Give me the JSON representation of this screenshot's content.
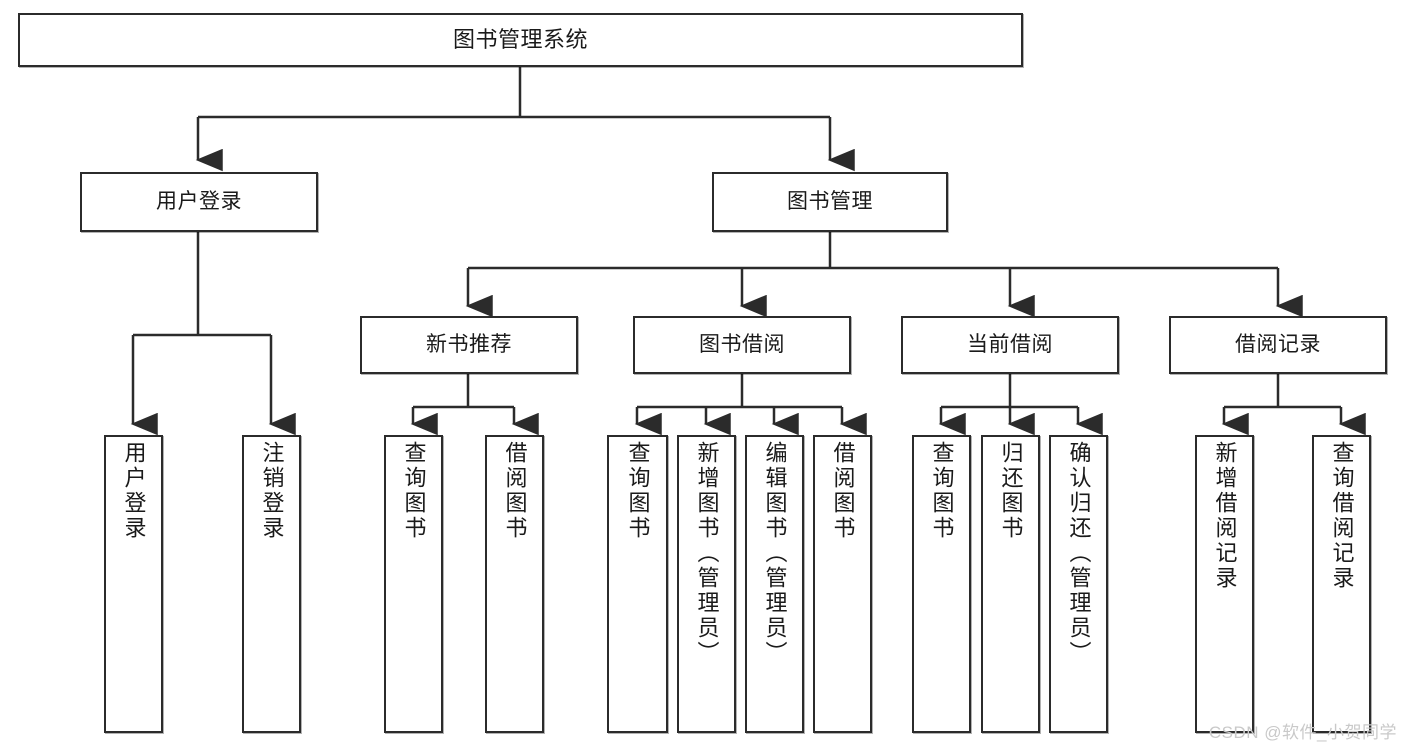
{
  "diagram": {
    "title": "图书管理系统",
    "type": "tree",
    "watermark": "CSDN @软件_小贺同学",
    "colors": {
      "box_border": "#2b2b2b",
      "box_fill": "#ffffff",
      "edge": "#2b2b2b",
      "text": "#1a1a1a",
      "watermark": "#c9c9c9"
    },
    "nodes": {
      "root": {
        "label": "图书管理系统"
      },
      "level2": [
        {
          "id": "user-login",
          "label": "用户登录"
        },
        {
          "id": "book-manage",
          "label": "图书管理"
        }
      ],
      "level3": [
        {
          "id": "new-book-recommend",
          "label": "新书推荐"
        },
        {
          "id": "book-borrow",
          "label": "图书借阅"
        },
        {
          "id": "current-borrow",
          "label": "当前借阅"
        },
        {
          "id": "borrow-record",
          "label": "借阅记录"
        }
      ],
      "leaves": {
        "user_login": [
          {
            "id": "leaf-user-login",
            "label": "用户登录"
          },
          {
            "id": "leaf-user-logout",
            "label": "注销登录"
          }
        ],
        "new_book_recommend": [
          {
            "id": "leaf-query-book-1",
            "label": "查询图书"
          },
          {
            "id": "leaf-borrow-book-1",
            "label": "借阅图书"
          }
        ],
        "book_borrow": [
          {
            "id": "leaf-query-book-2",
            "label": "查询图书"
          },
          {
            "id": "leaf-add-book",
            "label": "新增图书（管理员）"
          },
          {
            "id": "leaf-edit-book",
            "label": "编辑图书（管理员）"
          },
          {
            "id": "leaf-borrow-book-2",
            "label": "借阅图书"
          }
        ],
        "current_borrow": [
          {
            "id": "leaf-query-book-3",
            "label": "查询图书"
          },
          {
            "id": "leaf-return-book",
            "label": "归还图书"
          },
          {
            "id": "leaf-confirm-return",
            "label": "确认归还（管理员）"
          }
        ],
        "borrow_record": [
          {
            "id": "leaf-add-record",
            "label": "新增借阅记录"
          },
          {
            "id": "leaf-query-record",
            "label": "查询借阅记录"
          }
        ]
      }
    }
  }
}
